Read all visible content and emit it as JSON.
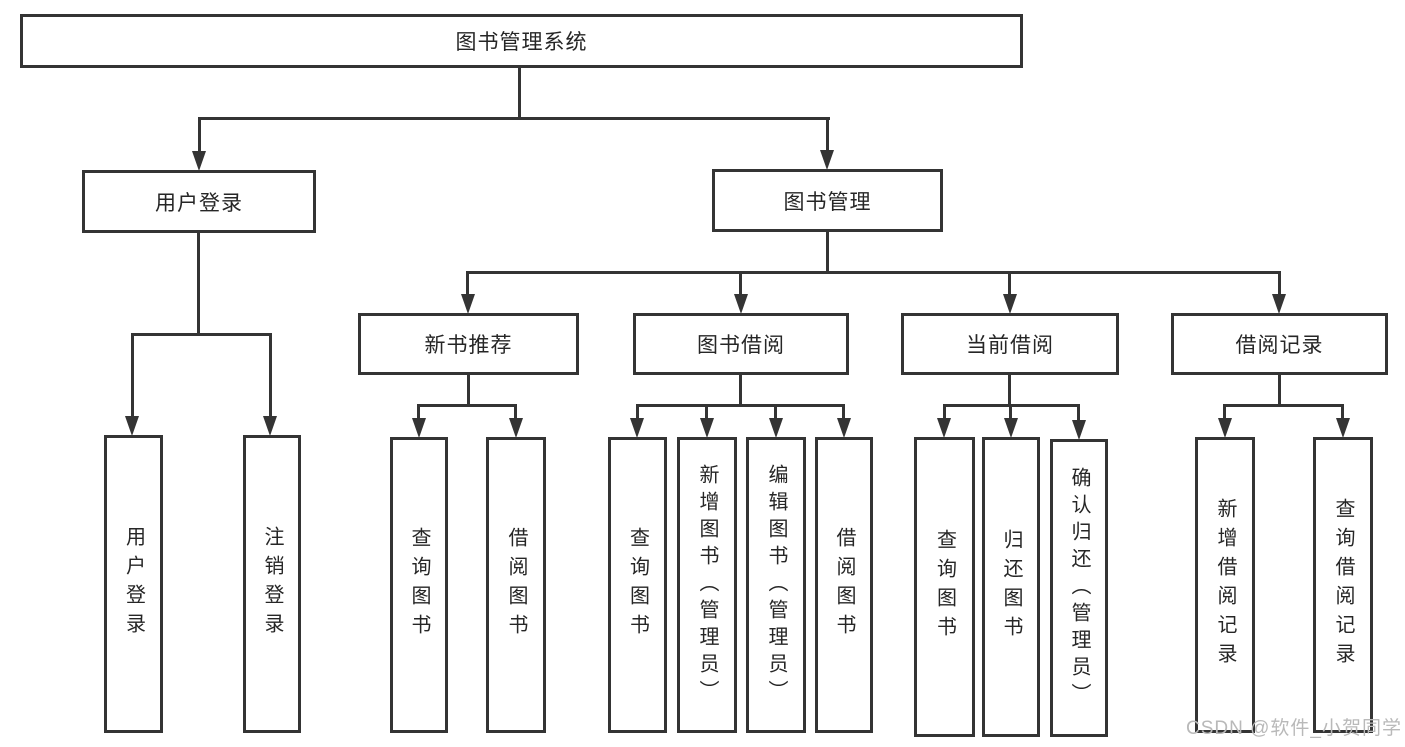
{
  "tree": {
    "label": "图书管理系统",
    "children": [
      {
        "label": "用户登录",
        "children": [
          {
            "label": "用户登录"
          },
          {
            "label": "注销登录"
          }
        ]
      },
      {
        "label": "图书管理",
        "children": [
          {
            "label": "新书推荐",
            "children": [
              {
                "label": "查询图书"
              },
              {
                "label": "借阅图书"
              }
            ]
          },
          {
            "label": "图书借阅",
            "children": [
              {
                "label": "查询图书"
              },
              {
                "label": "新增图书（管理员）"
              },
              {
                "label": "编辑图书（管理员）"
              },
              {
                "label": "借阅图书"
              }
            ]
          },
          {
            "label": "当前借阅",
            "children": [
              {
                "label": "查询图书"
              },
              {
                "label": "归还图书"
              },
              {
                "label": "确认归还（管理员）"
              }
            ]
          },
          {
            "label": "借阅记录",
            "children": [
              {
                "label": "新增借阅记录"
              },
              {
                "label": "查询借阅记录"
              }
            ]
          }
        ]
      }
    ]
  },
  "watermark": "CSDN @软件_小贺同学",
  "colors": {
    "line": "#343434",
    "text": "#262626",
    "background": "#ffffff",
    "watermark": "#b9b9b9"
  }
}
